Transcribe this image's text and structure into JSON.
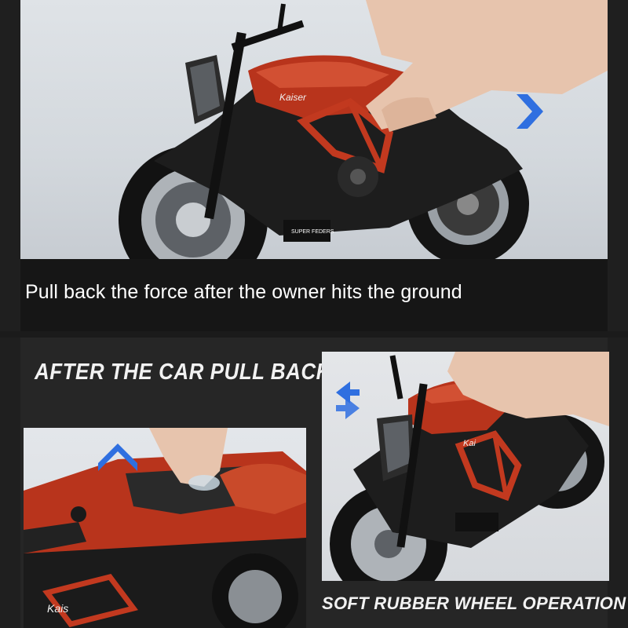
{
  "caption": "Pull back the force after the owner hits the ground",
  "heading_left": "AFTER THE CAR PULL BACK IN",
  "heading_right": "SOFT RUBBER WHEEL OPERATION",
  "brand_text": "Kaiser",
  "badge_text": "SUPER FEDERS",
  "colors": {
    "accent_blue": "#2f6fe0",
    "bike_red": "#b8341c",
    "bike_black": "#1c1c1c"
  }
}
